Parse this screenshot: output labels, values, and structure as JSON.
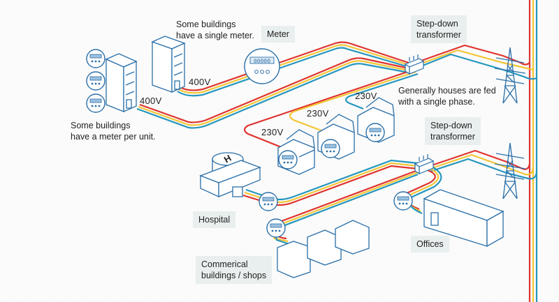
{
  "colors": {
    "line_red": "#e0332f",
    "line_yellow": "#f2c534",
    "line_blue": "#2596be",
    "building_stroke": "#2a6fa8",
    "label_box": "#e9efee"
  },
  "labels": {
    "single_meter_note_1": "Some buildings",
    "single_meter_note_2": "have a single meter.",
    "meter_per_unit_note_1": "Some buildings",
    "meter_per_unit_note_2": "have a meter per unit.",
    "meter": "Meter",
    "meter_reading": "00000",
    "stepdown_top_1": "Step-down",
    "stepdown_top_2": "transformer",
    "stepdown_bottom_1": "Step-down",
    "stepdown_bottom_2": "transformer",
    "houses_note_1": "Generally houses are fed",
    "houses_note_2": "with a single phase.",
    "hospital": "Hospital",
    "offices": "Offices",
    "commercial_1": "Commerical",
    "commercial_2": "buildings / shops"
  },
  "voltages": {
    "apartment_multi_meter": "400V",
    "apartment_single_meter": "400V",
    "house_1": "230V",
    "house_2": "230V",
    "house_3": "230V"
  },
  "icons": {
    "pylon": "transmission-tower-icon",
    "transformer": "transformer-icon",
    "meter": "electricity-meter-icon",
    "hospital_helipad": "helipad-icon"
  }
}
